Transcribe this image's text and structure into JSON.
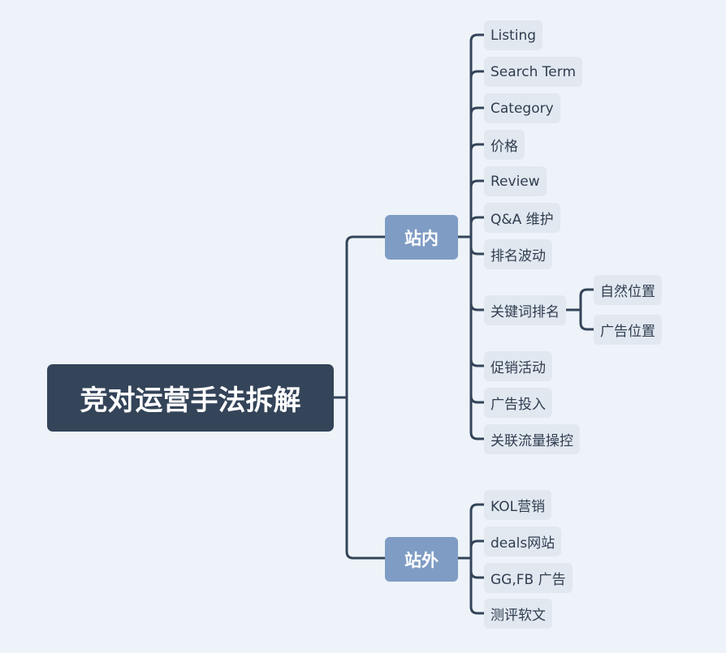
{
  "mindmap": {
    "root": {
      "label": "竞对运营手法拆解"
    },
    "branches": [
      {
        "label": "站内",
        "children": [
          {
            "label": "Listing"
          },
          {
            "label": "Search Term"
          },
          {
            "label": "Category"
          },
          {
            "label": "价格"
          },
          {
            "label": "Review"
          },
          {
            "label": "Q&A 维护"
          },
          {
            "label": "排名波动"
          },
          {
            "label": "关键词排名",
            "children": [
              {
                "label": "自然位置"
              },
              {
                "label": "广告位置"
              }
            ]
          },
          {
            "label": "促销活动"
          },
          {
            "label": "广告投入"
          },
          {
            "label": "关联流量操控"
          }
        ]
      },
      {
        "label": "站外",
        "children": [
          {
            "label": "KOL营销"
          },
          {
            "label": "deals网站"
          },
          {
            "label": "GG,FB 广告"
          },
          {
            "label": "测评软文"
          }
        ]
      }
    ]
  },
  "colors": {
    "background": "#edf3f9",
    "root_fill": "#344459",
    "branch_fill": "#7f9cc4",
    "leaf_fill": "#e2e8f0",
    "line": "#344459",
    "leaf_text": "#2f3d50"
  }
}
